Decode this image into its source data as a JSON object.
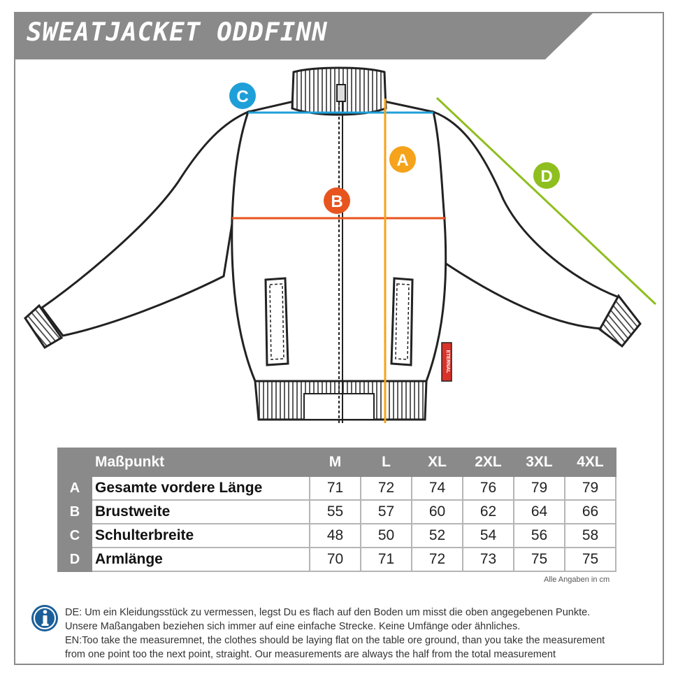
{
  "title": "SWEATJACKET ODDFINN",
  "markers": {
    "a": "A",
    "b": "B",
    "c": "C",
    "d": "D"
  },
  "colors": {
    "a": "#f5a31a",
    "b": "#e8541e",
    "c": "#1f9fd8",
    "d": "#8fbe1f",
    "header": "#8a8a8a"
  },
  "brand_tag": "ETERNAL",
  "table": {
    "header_label": "Maßpunkt",
    "sizes": [
      "M",
      "L",
      "XL",
      "2XL",
      "3XL",
      "4XL"
    ],
    "rows": [
      {
        "letter": "A",
        "label": "Gesamte vordere Länge",
        "values": [
          "71",
          "72",
          "74",
          "76",
          "79",
          "79"
        ]
      },
      {
        "letter": "B",
        "label": "Brustweite",
        "values": [
          "55",
          "57",
          "60",
          "62",
          "64",
          "66"
        ]
      },
      {
        "letter": "C",
        "label": "Schulterbreite",
        "values": [
          "48",
          "50",
          "52",
          "54",
          "56",
          "58"
        ]
      },
      {
        "letter": "D",
        "label": "Armlänge",
        "values": [
          "70",
          "71",
          "72",
          "73",
          "75",
          "75"
        ]
      }
    ],
    "note": "Alle Angaben in cm"
  },
  "info": {
    "icon": "info-icon",
    "lines": [
      "DE: Um ein Kleidungsstück zu vermessen, legst Du es flach auf den Boden um misst die oben angegebenen Punkte.",
      "Unsere Maßangaben beziehen sich immer auf eine einfache Strecke. Keine Umfänge oder ähnliches.",
      "EN:Too take the measuremnet, the clothes should be laying flat on the table ore ground, than you take the measurement",
      "from one point too the next point, straight. Our measurements are always the half from the total measurement"
    ]
  }
}
